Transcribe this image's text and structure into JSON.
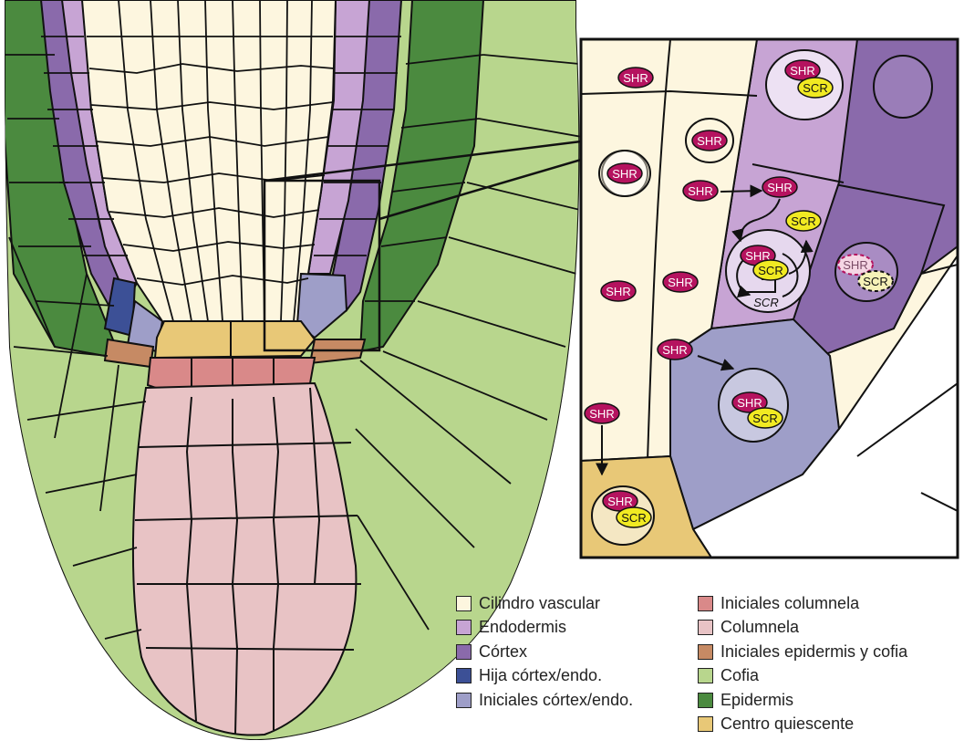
{
  "colors": {
    "cilindro_vascular": "#fdf6df",
    "endodermis": "#c7a4d4",
    "cortex": "#8a6aab",
    "hija_cortex_endo": "#3c5096",
    "iniciales_cortex_endo": "#9e9ec8",
    "iniciales_columnela": "#d98989",
    "columnela": "#e8c3c5",
    "iniciales_epidermis_cofia": "#c68a64",
    "cofia": "#b8d68d",
    "epidermis": "#4b8a3f",
    "centro_quiescente": "#e8c877",
    "shr": "#b5135f",
    "scr": "#f1ea22"
  },
  "inset": {
    "proteins": {
      "shr": "SHR",
      "scr": "SCR",
      "gene": "SCR"
    }
  },
  "legend": {
    "col1": [
      {
        "label": "Cilindro vascular",
        "color_key": "cilindro_vascular"
      },
      {
        "label": "Endodermis",
        "color_key": "endodermis"
      },
      {
        "label": "Córtex",
        "color_key": "cortex"
      },
      {
        "label": "Hija córtex/endo.",
        "color_key": "hija_cortex_endo"
      },
      {
        "label": "Iniciales córtex/endo.",
        "color_key": "iniciales_cortex_endo"
      }
    ],
    "col2": [
      {
        "label": "Iniciales columnela",
        "color_key": "iniciales_columnela"
      },
      {
        "label": "Columnela",
        "color_key": "columnela"
      },
      {
        "label": "Iniciales epidermis y cofia",
        "color_key": "iniciales_epidermis_cofia"
      },
      {
        "label": "Cofia",
        "color_key": "cofia"
      },
      {
        "label": "Epidermis",
        "color_key": "epidermis"
      },
      {
        "label": "Centro quiescente",
        "color_key": "centro_quiescente"
      }
    ]
  }
}
